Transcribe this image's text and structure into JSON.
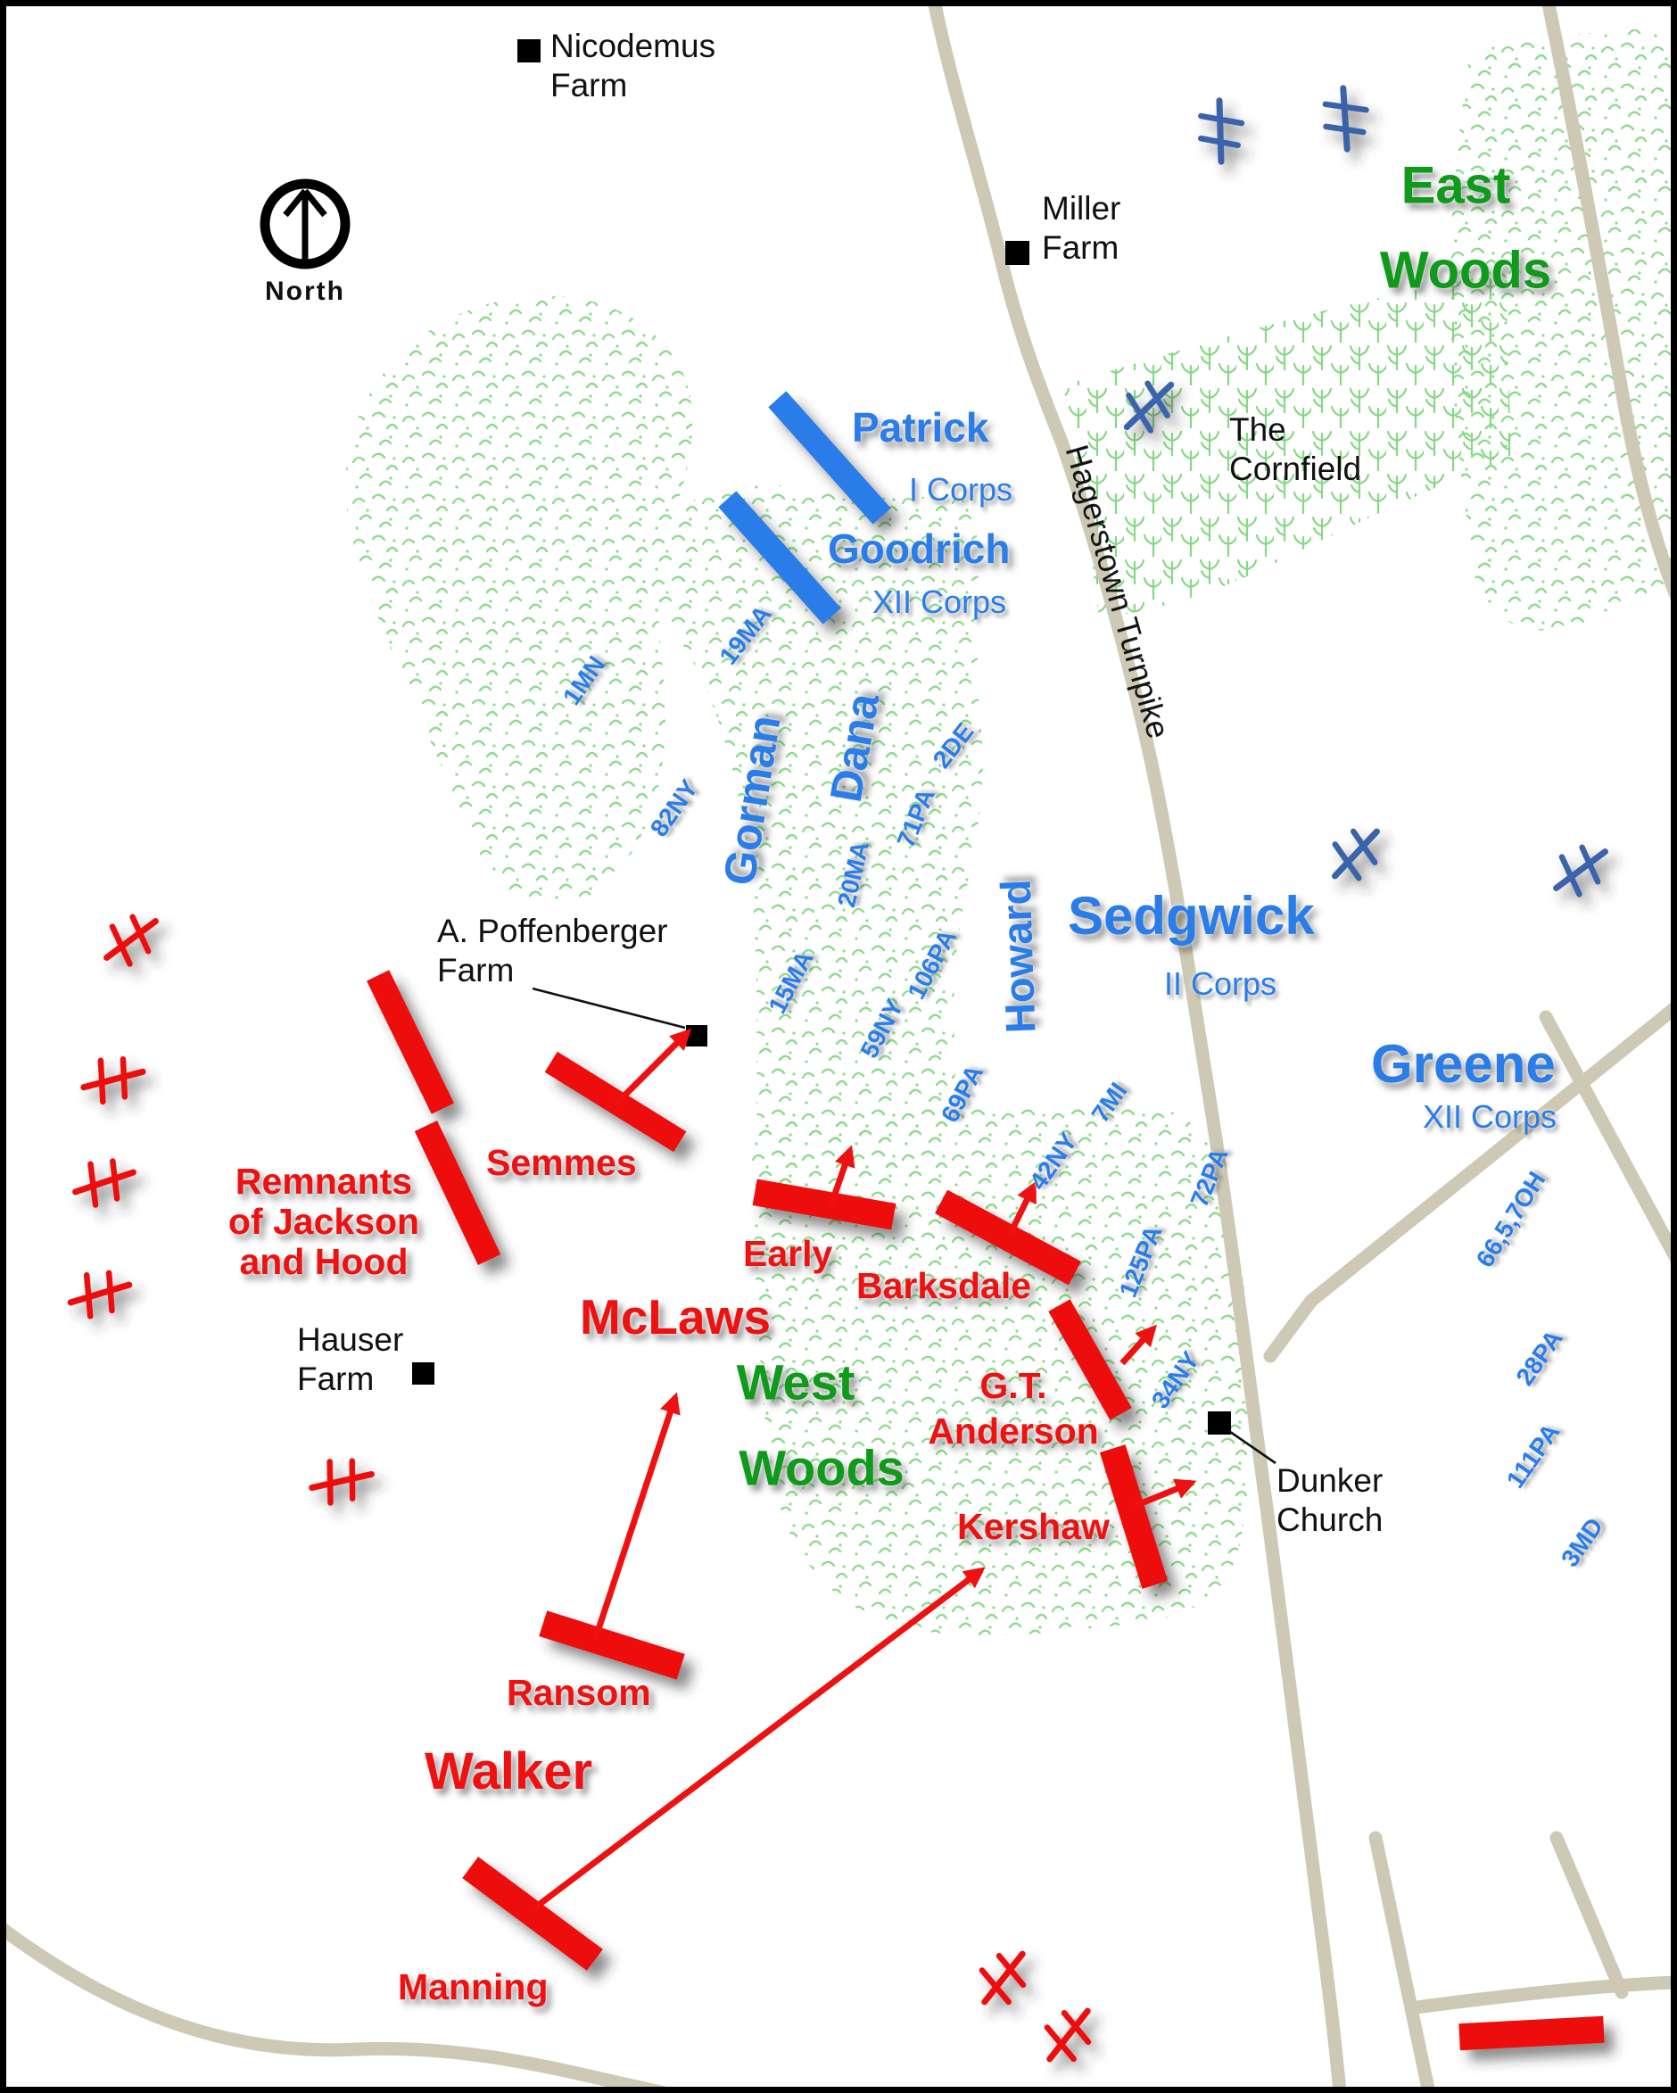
{
  "compass": {
    "label": "North"
  },
  "colors": {
    "union_blue": "#2a7de8",
    "union_artillery_blue": "#3a64ab",
    "confederate_red": "#ee1111",
    "woods_text_green": "#0f9a1c",
    "stipple_green": "#8cdc8c",
    "corn_green": "#85d885",
    "road_tan": "#cdc9b4"
  },
  "icons": {
    "north_arrow": "north-arrow-icon",
    "farm_marker": "farm-marker-icon",
    "artillery": "artillery-icon",
    "attack_arrow": "attack-arrow-icon"
  },
  "places": {
    "nicodemus": {
      "line1": "Nicodemus",
      "line2": "Farm"
    },
    "miller": {
      "line1": "Miller",
      "line2": "Farm"
    },
    "poffenberger": {
      "line1": "A. Poffenberger",
      "line2": "Farm"
    },
    "hauser": {
      "line1": "Hauser",
      "line2": "Farm"
    },
    "dunker": {
      "line1": "Dunker",
      "line2": "Church"
    },
    "cornfield": {
      "line1": "The",
      "line2": "Cornfield"
    },
    "east_woods": {
      "line1": "East",
      "line2": "Woods"
    },
    "west_woods": {
      "line1": "West",
      "line2": "Woods"
    },
    "hagerstown": {
      "label": "Hagerstown Turnpike"
    }
  },
  "union": {
    "patrick": {
      "name": "Patrick",
      "corps": "I Corps"
    },
    "goodrich": {
      "name": "Goodrich",
      "corps": "XII Corps"
    },
    "sedgwick": {
      "name": "Sedgwick",
      "corps": "II Corps"
    },
    "greene": {
      "name": "Greene",
      "corps": "XII Corps"
    },
    "howard": {
      "name": "Howard"
    },
    "gorman": {
      "name": "Gorman"
    },
    "dana": {
      "name": "Dana"
    },
    "regiments": [
      {
        "label": "1MN"
      },
      {
        "label": "82NY"
      },
      {
        "label": "19MA"
      },
      {
        "label": "20MA"
      },
      {
        "label": "71PA"
      },
      {
        "label": "2DE"
      },
      {
        "label": "15MA"
      },
      {
        "label": "59NY"
      },
      {
        "label": "106PA"
      },
      {
        "label": "69PA"
      },
      {
        "label": "7MI"
      },
      {
        "label": "42NY"
      },
      {
        "label": "125PA"
      },
      {
        "label": "34NY"
      },
      {
        "label": "72PA"
      },
      {
        "label": "66,5,7OH"
      },
      {
        "label": "28PA"
      },
      {
        "label": "111PA"
      },
      {
        "label": "3MD"
      }
    ]
  },
  "confederate": {
    "remnants": {
      "line1": "Remnants",
      "line2": "of Jackson",
      "line3": "and Hood"
    },
    "semmes": {
      "name": "Semmes"
    },
    "early": {
      "name": "Early"
    },
    "barksdale": {
      "name": "Barksdale"
    },
    "gt_anderson": {
      "line1": "G.T.",
      "line2": "Anderson"
    },
    "kershaw": {
      "name": "Kershaw"
    },
    "mclaws": {
      "name": "McLaws"
    },
    "ransom": {
      "name": "Ransom"
    },
    "walker": {
      "name": "Walker"
    },
    "manning": {
      "name": "Manning"
    }
  }
}
